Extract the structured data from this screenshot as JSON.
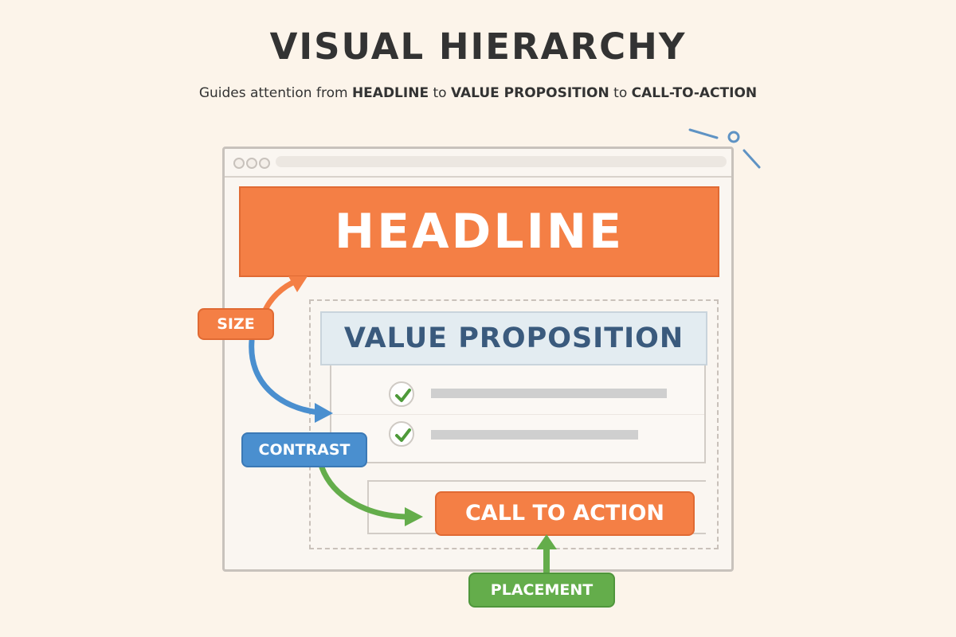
{
  "header": {
    "title": "VISUAL HIERARCHY",
    "subtitle_prefix": "Guides attention from ",
    "subtitle_headline": "HEADLINE",
    "subtitle_to_1": " to ",
    "subtitle_value_prop": "VALUE PROPOSITION",
    "subtitle_to_2": " to ",
    "subtitle_cta": "CALL-TO-ACTION"
  },
  "mockup": {
    "headline": "HEADLINE",
    "value_proposition": "VALUE PROPOSITION",
    "call_to_action": "CALL TO ACTION",
    "list_items": [
      "check",
      "check"
    ]
  },
  "labels": {
    "size": "SIZE",
    "contrast": "CONTRAST",
    "placement": "PLACEMENT"
  },
  "colors": {
    "background": "#fcf4ea",
    "orange": "#f47f45",
    "blue": "#4a8fcf",
    "green": "#64ad4b",
    "navy_text": "#3a5a7d",
    "value_prop_bg": "#e3ecf1",
    "title_text": "#333333"
  },
  "icons": {
    "browser_dots": "window-dots-icon",
    "list_marks": "checkmark-icon",
    "arrows": "arrow-icon",
    "decor": "magnifier-sparkle-icon"
  }
}
